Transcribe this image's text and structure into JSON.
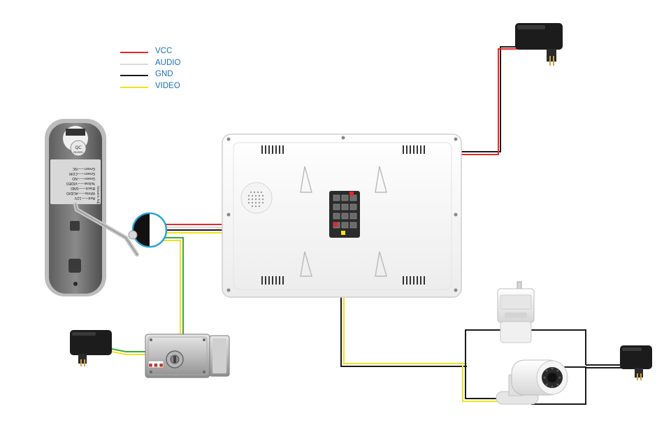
{
  "legend": [
    {
      "label": "VCC",
      "color": "#e8262a"
    },
    {
      "label": "AUDIO",
      "color": "#d9d9d9"
    },
    {
      "label": "GND",
      "color": "#1a1a1a"
    },
    {
      "label": "VIDEO",
      "color": "#f2e21a"
    }
  ],
  "doorbell": {
    "badge": "QC",
    "badge_sub": "PASSED",
    "label_lines": [
      "Red——12V",
      "White——AUDIO",
      "Black——GND",
      "Yellow——VIDEO",
      "Green——NO",
      "Green——COM",
      "Green——NC"
    ],
    "side_label": "Volume Adj"
  },
  "lock_label": "■ ■ ■",
  "colors": {
    "accent_circle": "#2aa3d8",
    "wire_green": "#3aaa35",
    "wire_vcc": "#e8262a",
    "wire_video": "#f2e21a",
    "wire_gnd": "#1a1a1a"
  }
}
